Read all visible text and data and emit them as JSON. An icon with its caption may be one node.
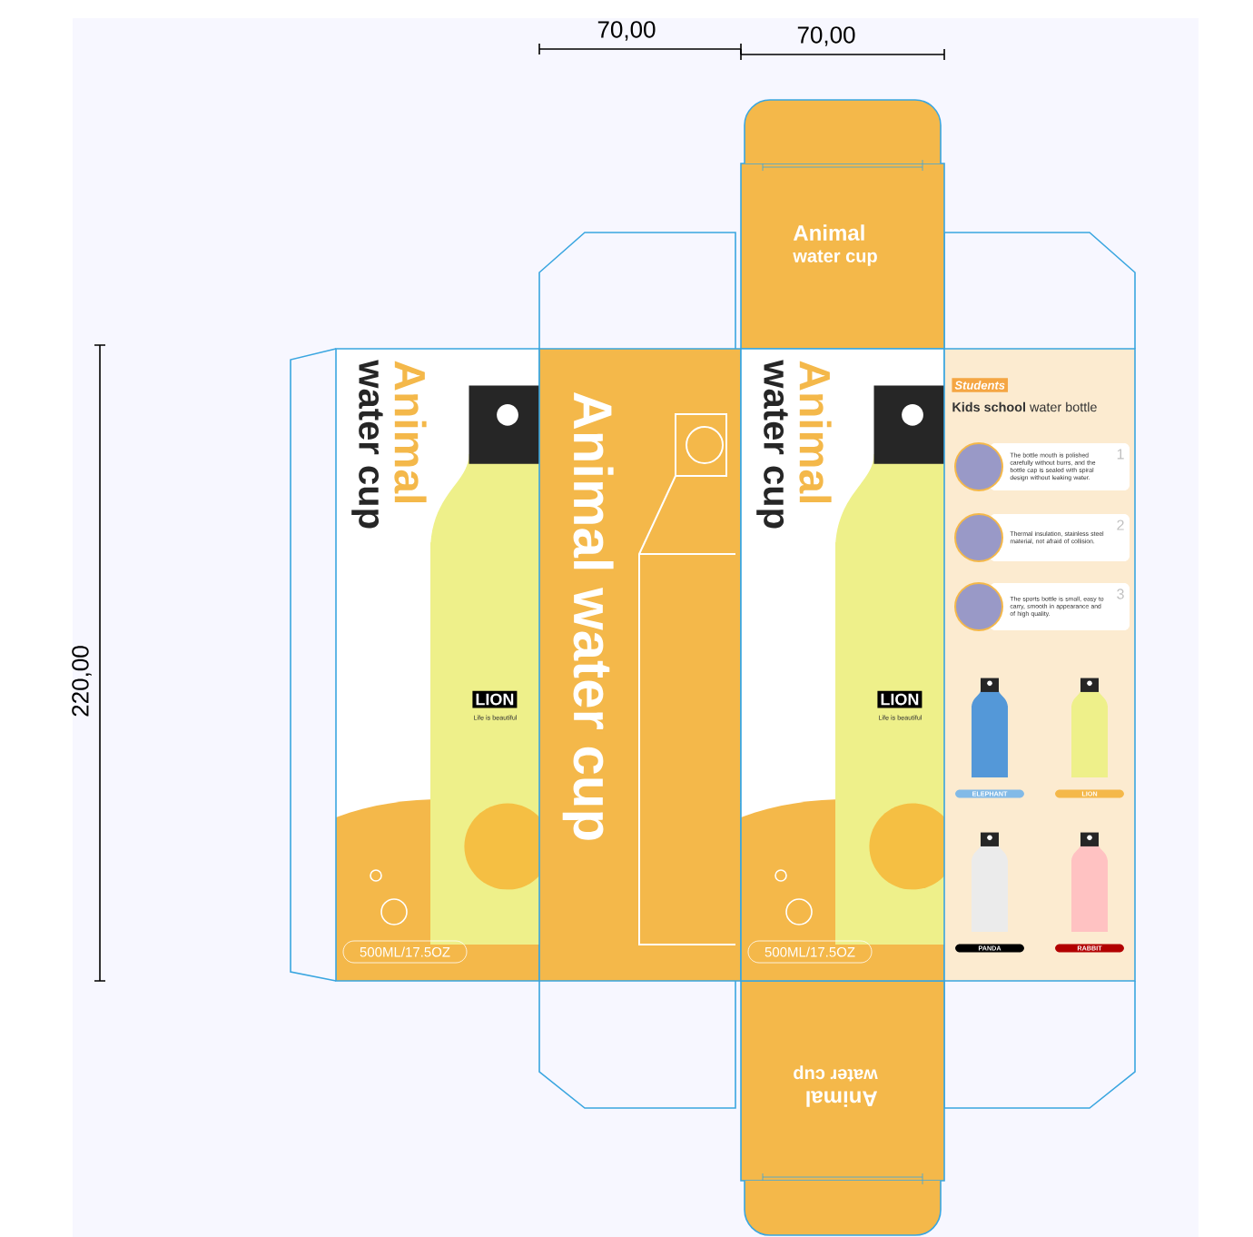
{
  "diagram": {
    "labels": [
      "70,00",
      "70,00",
      "220,00",
      "Animal",
      "water cup",
      "Animal",
      "water cup",
      "LION",
      "Life is beautiful",
      "500ML/17.5OZ",
      "Animal water cup",
      "Animal",
      "water cup",
      "LION",
      "Life is beautiful",
      "500ML/17.5OZ",
      "Students",
      "**Kids school** water bottle",
      "The bottle mouth is polished carefully without burrs, and the bottle cap is sealed with spiral design without leaking water.",
      "1",
      "Thermal insulation, stainless steel material, not afraid of collision.",
      "2",
      "The sports bottle is small, easy to carry, smooth in appearance and of high quality.",
      "3",
      "ELEPHANT",
      "LION",
      "PANDA",
      "RABBIT",
      "Animal",
      "water cup"
    ]
  }
}
